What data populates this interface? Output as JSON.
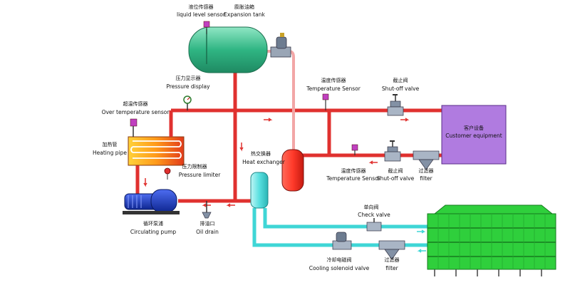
{
  "labels": {
    "liquid_level_cn": "液位传感器",
    "liquid_level_en": "liquid level sensor",
    "expansion_cn": "膨胀油箱",
    "expansion_en": "Expansion tank",
    "pressure_display_cn": "压力显示器",
    "pressure_display_en": "Pressure display",
    "temp_sensor_top_cn": "温度传感器",
    "temp_sensor_top_en": "Temperature Sensor",
    "shutoff_top_cn": "截止阀",
    "shutoff_top_en": "Shut-off valve",
    "over_temp_cn": "超温传感器",
    "over_temp_en": "Over temperature sensor",
    "heating_cn": "加热管",
    "heating_en": "Heating pipe",
    "heat_exchanger_cn": "热交换器",
    "heat_exchanger_en": "Heat exchanger",
    "customer_cn": "客户设备",
    "customer_en": "Customer equipment",
    "pressure_limiter_cn": "压力限制器",
    "pressure_limiter_en": "Pressure limiter",
    "temp_sensor_bottom_cn": "温度传感器",
    "temp_sensor_bottom_en": "Temperature Sensor",
    "shutoff_bottom_cn": "截止阀",
    "shutoff_bottom_en": "Shut-off valve",
    "filter_top_cn": "过滤器",
    "filter_top_en": "filter",
    "check_valve_cn": "单向阀",
    "check_valve_en": "Check valve",
    "pump_cn": "循环泵浦",
    "pump_en": "Circulating pump",
    "oil_drain_cn": "排油口",
    "oil_drain_en": "Oil drain",
    "cooling_valve_cn": "冷却电磁阀",
    "cooling_valve_en": "Cooling solenoid valve",
    "filter_bottom_cn": "过滤器",
    "filter_bottom_en": "filter"
  },
  "colors": {
    "hot_pipe": "#e0312f",
    "cold_pipe": "#3fd6d6",
    "tank": "#2fb583",
    "customer": "#b07be0",
    "tower": "#2fcf3c",
    "pump": "#1b3fd1"
  }
}
